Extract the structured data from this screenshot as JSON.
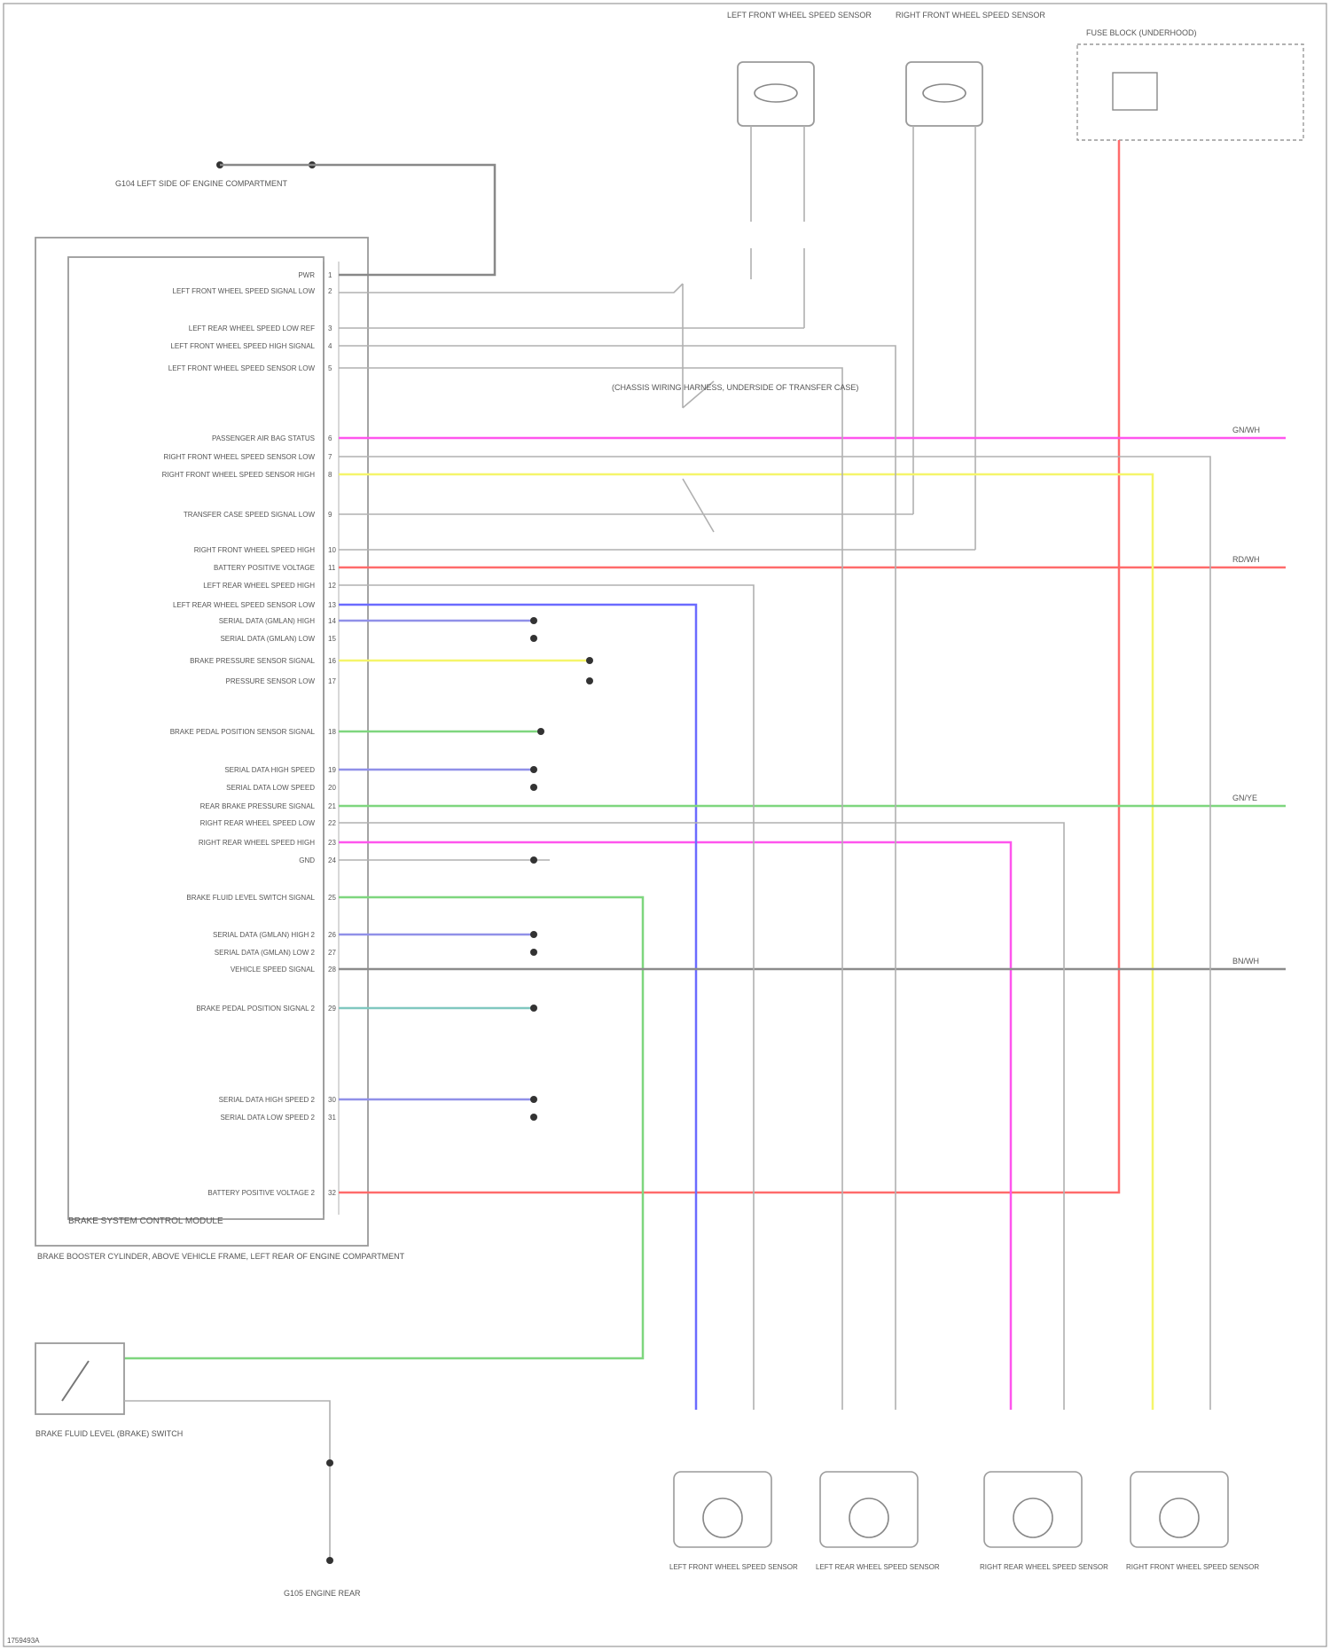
{
  "diagram": {
    "module_label": "BRAKE SYSTEM CONTROL MODULE",
    "module_location": "BRAKE BOOSTER CYLINDER, ABOVE VEHICLE FRAME, LEFT REAR OF ENGINE COMPARTMENT",
    "ground_top": "G104 LEFT SIDE OF ENGINE COMPARTMENT",
    "ground_bottom": "G105 ENGINE REAR",
    "splice_note": "(CHASSIS WIRING HARNESS, UNDERSIDE OF TRANSFER CASE)",
    "brake_pedal_switch": "BRAKE FLUID LEVEL (BRAKE) SWITCH",
    "fuse_block": "FUSE BLOCK (UNDERHOOD)",
    "top_components": [
      "LEFT FRONT WHEEL SPEED SENSOR",
      "RIGHT FRONT WHEEL SPEED SENSOR"
    ],
    "wheel_sensors": [
      "LEFT FRONT WHEEL SPEED SENSOR",
      "LEFT REAR WHEEL SPEED SENSOR",
      "RIGHT REAR WHEEL SPEED SENSOR",
      "RIGHT FRONT WHEEL SPEED SENSOR"
    ],
    "pin_labels": [
      "PWR",
      "LEFT FRONT WHEEL SPEED SIGNAL LOW",
      "LEFT REAR WHEEL SPEED LOW REF",
      "LEFT FRONT WHEEL SPEED HIGH SIGNAL",
      "LEFT FRONT WHEEL SPEED SENSOR LOW",
      "PASSENGER AIR BAG STATUS",
      "RIGHT FRONT WHEEL SPEED SENSOR LOW",
      "RIGHT FRONT WHEEL SPEED SENSOR HIGH",
      "TRANSFER CASE SPEED SIGNAL LOW",
      "RIGHT FRONT WHEEL SPEED HIGH",
      "BATTERY POSITIVE VOLTAGE",
      "LEFT REAR WHEEL SPEED HIGH",
      "LEFT REAR WHEEL SPEED SENSOR LOW",
      "SERIAL DATA (GMLAN) HIGH",
      "SERIAL DATA (GMLAN) LOW",
      "BRAKE PRESSURE SENSOR SIGNAL",
      "PRESSURE SENSOR LOW",
      "BRAKE PEDAL POSITION SENSOR SIGNAL",
      "SERIAL DATA HIGH SPEED",
      "SERIAL DATA LOW SPEED",
      "REAR BRAKE PRESSURE SIGNAL",
      "RIGHT REAR WHEEL SPEED LOW",
      "RIGHT REAR WHEEL SPEED HIGH",
      "GND",
      "BRAKE FLUID LEVEL SWITCH SIGNAL",
      "SERIAL DATA (GMLAN) HIGH 2",
      "SERIAL DATA (GMLAN) LOW 2",
      "VEHICLE SPEED SIGNAL",
      "BRAKE PEDAL POSITION SIGNAL 2",
      "SERIAL DATA HIGH SPEED 2",
      "SERIAL DATA LOW SPEED 2",
      "BATTERY POSITIVE VOLTAGE 2"
    ],
    "right_edge_labels": [
      "GN/WH",
      "RD/WH",
      "GN/YE",
      "BN/WH"
    ],
    "footer_code": "1759493A"
  }
}
